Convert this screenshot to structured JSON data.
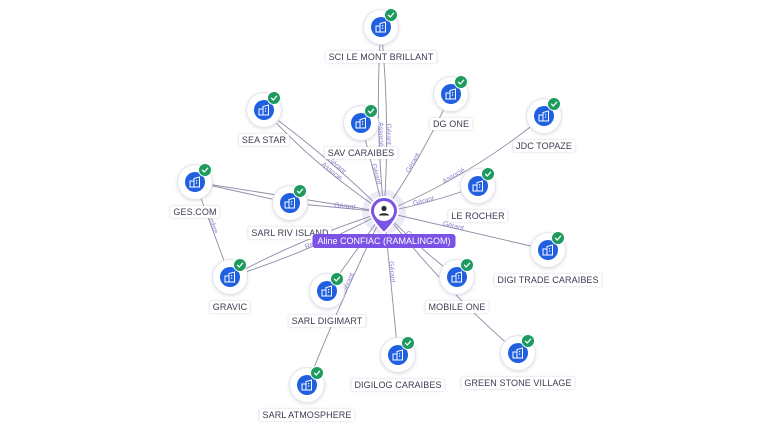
{
  "center": {
    "name": "Aline CONFIAC (RAMALINGOM)",
    "icon": "person-icon"
  },
  "nodes": [
    {
      "id": "sci-le-mont-brillant",
      "label": "SCI LE MONT BRILLANT",
      "icon": "building-icon",
      "verified": true
    },
    {
      "id": "dg-one",
      "label": "DG ONE",
      "icon": "building-icon",
      "verified": true
    },
    {
      "id": "jdc-topaze",
      "label": "JDC TOPAZE",
      "icon": "building-icon",
      "verified": true
    },
    {
      "id": "sea-star",
      "label": "SEA STAR",
      "icon": "building-icon",
      "verified": true
    },
    {
      "id": "sav-caraibes",
      "label": "SAV CARAIBES",
      "icon": "building-icon",
      "verified": true
    },
    {
      "id": "ges-com",
      "label": "GES.COM",
      "icon": "building-icon",
      "verified": true
    },
    {
      "id": "sarl-riv-island",
      "label": "SARL RIV ISLAND",
      "icon": "building-icon",
      "verified": true
    },
    {
      "id": "le-rocher",
      "label": "LE ROCHER",
      "icon": "building-icon",
      "verified": true
    },
    {
      "id": "digi-trade-caraibes",
      "label": "DIGI TRADE CARAIBES",
      "icon": "building-icon",
      "verified": true
    },
    {
      "id": "gravic",
      "label": "GRAVIC",
      "icon": "building-icon",
      "verified": true
    },
    {
      "id": "sarl-digimart",
      "label": "SARL DIGIMART",
      "icon": "building-icon",
      "verified": true
    },
    {
      "id": "mobile-one",
      "label": "MOBILE ONE",
      "icon": "building-icon",
      "verified": true
    },
    {
      "id": "digilog-caraibes",
      "label": "DIGILOG CARAIBES",
      "icon": "building-icon",
      "verified": true
    },
    {
      "id": "green-stone-village",
      "label": "GREEN STONE VILLAGE",
      "icon": "building-icon",
      "verified": true
    },
    {
      "id": "sarl-atmosphere",
      "label": "SARL ATMOSPHERE",
      "icon": "building-icon",
      "verified": true
    }
  ],
  "edges": [
    {
      "from": "center",
      "to": "sci-le-mont-brillant",
      "label": "Gérant"
    },
    {
      "from": "center",
      "to": "sci-le-mont-brillant",
      "label": "Associé"
    },
    {
      "from": "center",
      "to": "dg-one",
      "label": "Gérant"
    },
    {
      "from": "center",
      "to": "jdc-topaze",
      "label": "Associé"
    },
    {
      "from": "center",
      "to": "sea-star",
      "label": "Gérant"
    },
    {
      "from": "center",
      "to": "sea-star",
      "label": "Associé"
    },
    {
      "from": "center",
      "to": "sav-caraibes",
      "label": "Gérant"
    },
    {
      "from": "center",
      "to": "ges-com",
      "label": ""
    },
    {
      "from": "center",
      "to": "sarl-riv-island",
      "label": "Gérant"
    },
    {
      "from": "center",
      "to": "le-rocher",
      "label": "Gérant"
    },
    {
      "from": "center",
      "to": "digi-trade-caraibes",
      "label": "Gérant"
    },
    {
      "from": "center",
      "to": "gravic",
      "label": "Gérant"
    },
    {
      "from": "center",
      "to": "gravic",
      "label": "Représe..."
    },
    {
      "from": "center",
      "to": "sarl-digimart",
      "label": ""
    },
    {
      "from": "center",
      "to": "mobile-one",
      "label": "Gérant"
    },
    {
      "from": "center",
      "to": "digilog-caraibes",
      "label": "Gérant"
    },
    {
      "from": "center",
      "to": "green-stone-village",
      "label": ""
    },
    {
      "from": "center",
      "to": "sarl-atmosphere",
      "label": "Gérant"
    },
    {
      "from": "ges-com",
      "to": "gravic",
      "label": "Membre"
    },
    {
      "from": "ges-com",
      "to": "sarl-riv-island",
      "label": ""
    }
  ]
}
